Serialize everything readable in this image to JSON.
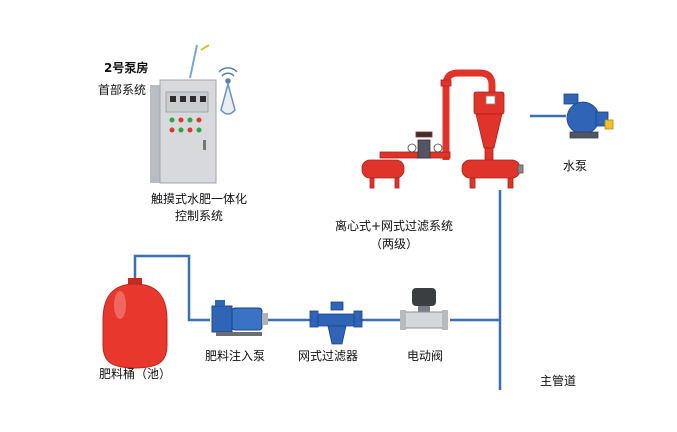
{
  "colors": {
    "pipe_line": "#3b6fb4",
    "filter_red": "#e0342b",
    "cabinet": "#d7d9dc",
    "tank_red": "#e8382e",
    "pump_blue": "#2f64b6"
  },
  "pump_room": {
    "title": "2号泵房",
    "subtitle": "首部系统"
  },
  "control": {
    "line1": "触摸式水肥一体化",
    "line2": "控制系统"
  },
  "filter_system": {
    "line1": "离心式+网式过滤系统",
    "line2": "（两级）"
  },
  "components": {
    "water_pump": "水泵",
    "fertilizer_tank": "肥料桶（池）",
    "injection_pump": "肥料注入泵",
    "mesh_filter": "网式过滤器",
    "electric_valve": "电动阀",
    "main_pipe": "主管道"
  },
  "icons": [
    "antenna-icon",
    "wireless-signal-icon"
  ]
}
